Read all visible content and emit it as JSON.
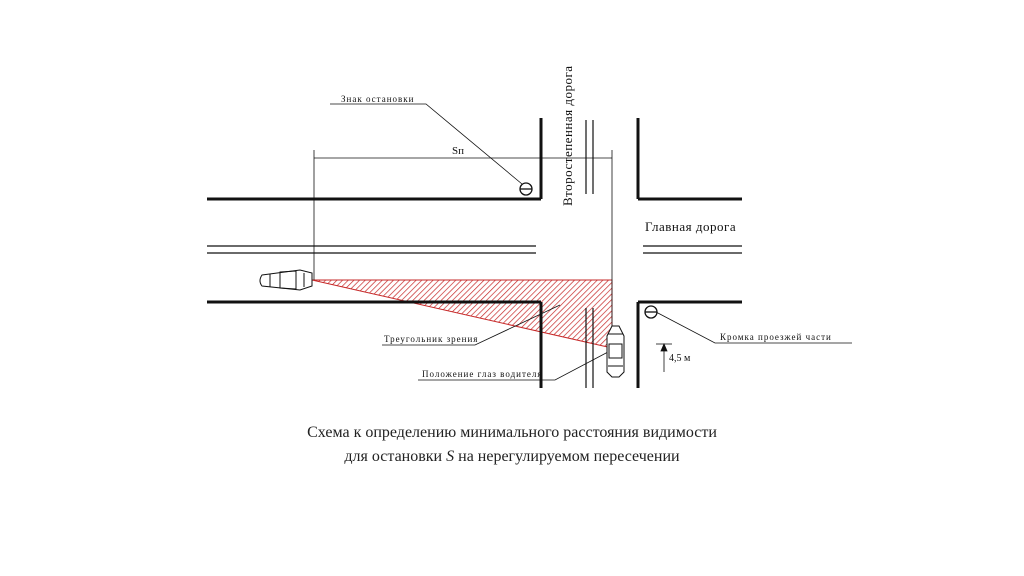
{
  "labels": {
    "stop_sign": "Знак остановки",
    "distance": "Sп",
    "secondary_road": "Второстепенная дорога",
    "main_road": "Главная дорога",
    "vision_triangle": "Треугольник зрения",
    "road_edge": "Кромка проезжей части",
    "driver_eye": "Положение глаз водителя",
    "offset": "4,5 м"
  },
  "caption": {
    "line1": "Схема к определению минимального расстояния видимости",
    "line2_prefix": "для остановки ",
    "line2_symbol": "S",
    "line2_suffix": " на нерегулируемом пересечении"
  },
  "colors": {
    "line": "#111111",
    "triangle": "#c62828"
  }
}
